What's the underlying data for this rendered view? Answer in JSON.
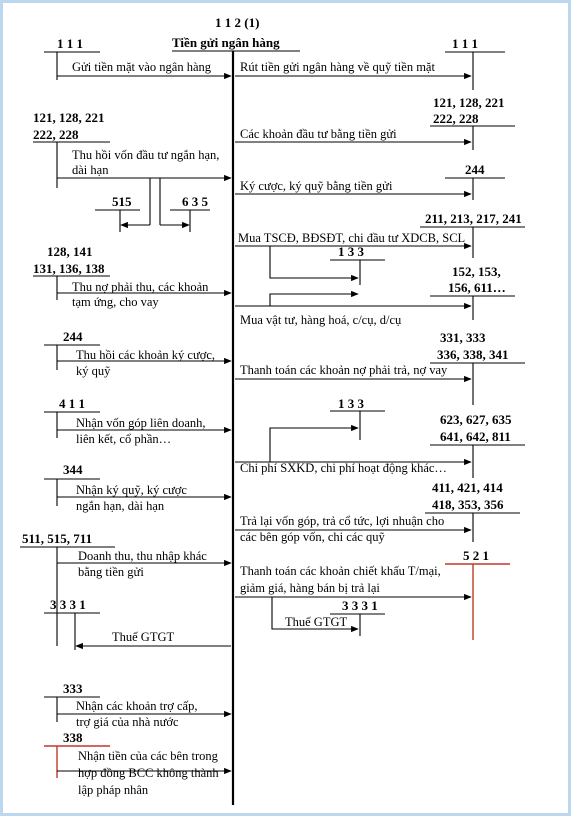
{
  "diagram": {
    "account_code": "1 1 2 (1)",
    "account_name": "Tiền gửi ngân hàng",
    "left": [
      {
        "acct": "1 1 1",
        "label1": "Gửi tiền mặt vào ngân hàng"
      },
      {
        "acct1": "121, 128, 221",
        "acct2": "222, 228",
        "label1": "Thu hồi vốn đầu tư ngắn hạn,",
        "label2": "dài hạn",
        "sub1": "515",
        "sub2": "6 3 5"
      },
      {
        "acct1": "128, 141",
        "acct2": "131, 136, 138",
        "label1": "Thu nợ phải thu, các khoản",
        "label2": "tạm ứng, cho vay"
      },
      {
        "acct": "244",
        "label1": "Thu hồi các khoản ký cược,",
        "label2": "ký quỹ"
      },
      {
        "acct": "4 1 1",
        "label1": "Nhận vốn góp liên doanh,",
        "label2": "liên kết, cổ phần…"
      },
      {
        "acct": "344",
        "label1": "Nhận ký quỹ, ký cược",
        "label2": "ngắn hạn, dài hạn"
      },
      {
        "acct": "511, 515, 711",
        "label1": "Doanh thu, thu nhập khác",
        "label2": "bằng tiền gửi",
        "sub": "3 3 3 1",
        "vat": "Thuế GTGT"
      },
      {
        "acct": "333",
        "label1": "Nhận các khoản trợ cấp,",
        "label2": "trợ giá của nhà nước"
      },
      {
        "acct": "338",
        "label1": "Nhận tiền của các bên trong",
        "label2": "hợp đồng BCC không thành",
        "label3": "lập pháp nhân"
      }
    ],
    "right": [
      {
        "acct": "1 1 1",
        "label1": "Rút tiền gửi ngân hàng về quỹ tiền mặt"
      },
      {
        "acct1": "121, 128, 221",
        "acct2": "222, 228",
        "label1": "Các khoản đầu tư bằng tiền gửi"
      },
      {
        "acct": "244",
        "label1": "Ký cược, ký quỹ bằng tiền gửi"
      },
      {
        "acct": "211, 213, 217, 241",
        "label1": "Mua TSCĐ, BĐSĐT, chi đầu tư XDCB, SCL",
        "sub": "1 3 3"
      },
      {
        "acct1": "152, 153,",
        "acct2": "156, 611…",
        "label1": "Mua vật tư, hàng hoá, c/cụ, d/cụ"
      },
      {
        "acct1": "331, 333",
        "acct2": "336, 338, 341",
        "label1": "Thanh toán các khoản nợ phải trả, nợ vay"
      },
      {
        "acct1": "623, 627, 635",
        "acct2": "641, 642, 811",
        "label1": "Chi phí SXKD, chi phí hoạt động khác…",
        "sub": "1 3 3"
      },
      {
        "acct1": "411, 421, 414",
        "acct2": "418, 353, 356",
        "label1": "Trả lại vốn góp, trả cổ tức, lợi nhuận cho",
        "label2": "các bên góp vốn, chi các quỹ"
      },
      {
        "acct": "5 2 1",
        "label1": "Thanh toán các khoản chiết khấu T/mại,",
        "label2": "giảm giá, hàng bán bị trả lại",
        "sub": "3 3 3 1",
        "vat": "Thuế GTGT"
      }
    ]
  }
}
